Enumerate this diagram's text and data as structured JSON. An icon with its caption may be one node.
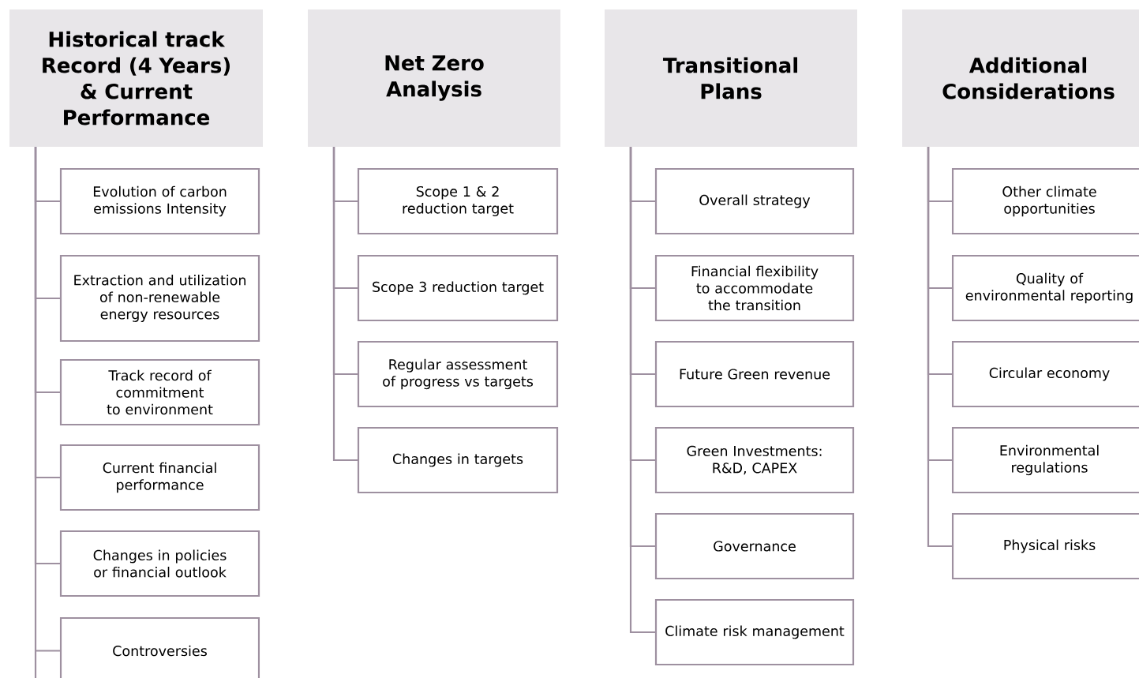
{
  "diagram": {
    "nodes": [
      {
        "text": [
          "Historical track Record (4 Years) & Current Performance"
        ]
      },
      {
        "text": [
          "Evolution of carbon emissions Intensity"
        ]
      },
      {
        "text": [
          "Extraction and utilization of non-renewable energy resources"
        ]
      },
      {
        "text": [
          "Track record of commitment to environment"
        ]
      },
      {
        "text": [
          "Current financial performance"
        ]
      },
      {
        "text": [
          "Changes in policies or financial outlook"
        ]
      },
      {
        "text": [
          "Controversies"
        ]
      },
      {
        "text": [
          "Net Zero Analysis"
        ]
      },
      {
        "text": [
          "Scope 1 & 2 reduction target"
        ]
      },
      {
        "text": [
          "Scope 3 reduction target"
        ]
      },
      {
        "text": [
          "Regular assessment of progress vs targets"
        ]
      },
      {
        "text": [
          "Changes in targets"
        ]
      },
      {
        "text": [
          "Transitional Plans"
        ]
      },
      {
        "text": [
          "Overall strategy"
        ]
      },
      {
        "text": [
          "Financial flexibility to accommodate the transition"
        ]
      },
      {
        "text": [
          "Future Green revenue"
        ]
      },
      {
        "text": [
          "Green Investments: R&D, CAPEX"
        ]
      },
      {
        "text": [
          "Governance"
        ]
      },
      {
        "text": [
          "Climate risk management"
        ]
      },
      {
        "text": [
          "Additional Considerations"
        ]
      },
      {
        "text": [
          "Other climate opportunities"
        ]
      },
      {
        "text": [
          "Quality of environmental reporting"
        ]
      },
      {
        "text": [
          "Circular economy"
        ]
      },
      {
        "text": [
          "Environmental regulations"
        ]
      },
      {
        "text": [
          "Physical risks"
        ]
      }
    ],
    "edges": [
      {
        "from": 0,
        "to": 1,
        "arrow": "none"
      },
      {
        "from": 0,
        "to": 2,
        "arrow": "none"
      },
      {
        "from": 0,
        "to": 3,
        "arrow": "none"
      },
      {
        "from": 0,
        "to": 4,
        "arrow": "none"
      },
      {
        "from": 0,
        "to": 5,
        "arrow": "none"
      },
      {
        "from": 0,
        "to": 6,
        "arrow": "none"
      },
      {
        "from": 7,
        "to": 8,
        "arrow": "none"
      },
      {
        "from": 7,
        "to": 9,
        "arrow": "none"
      },
      {
        "from": 7,
        "to": 10,
        "arrow": "none"
      },
      {
        "from": 7,
        "to": 11,
        "arrow": "none"
      },
      {
        "from": 12,
        "to": 13,
        "arrow": "none"
      },
      {
        "from": 12,
        "to": 14,
        "arrow": "none"
      },
      {
        "from": 12,
        "to": 15,
        "arrow": "none"
      },
      {
        "from": 12,
        "to": 16,
        "arrow": "none"
      },
      {
        "from": 12,
        "to": 17,
        "arrow": "none"
      },
      {
        "from": 12,
        "to": 18,
        "arrow": "none"
      },
      {
        "from": 19,
        "to": 20,
        "arrow": "none"
      },
      {
        "from": 19,
        "to": 21,
        "arrow": "none"
      },
      {
        "from": 19,
        "to": 22,
        "arrow": "none"
      },
      {
        "from": 19,
        "to": 23,
        "arrow": "none"
      },
      {
        "from": 19,
        "to": 24,
        "arrow": "none"
      }
    ]
  }
}
